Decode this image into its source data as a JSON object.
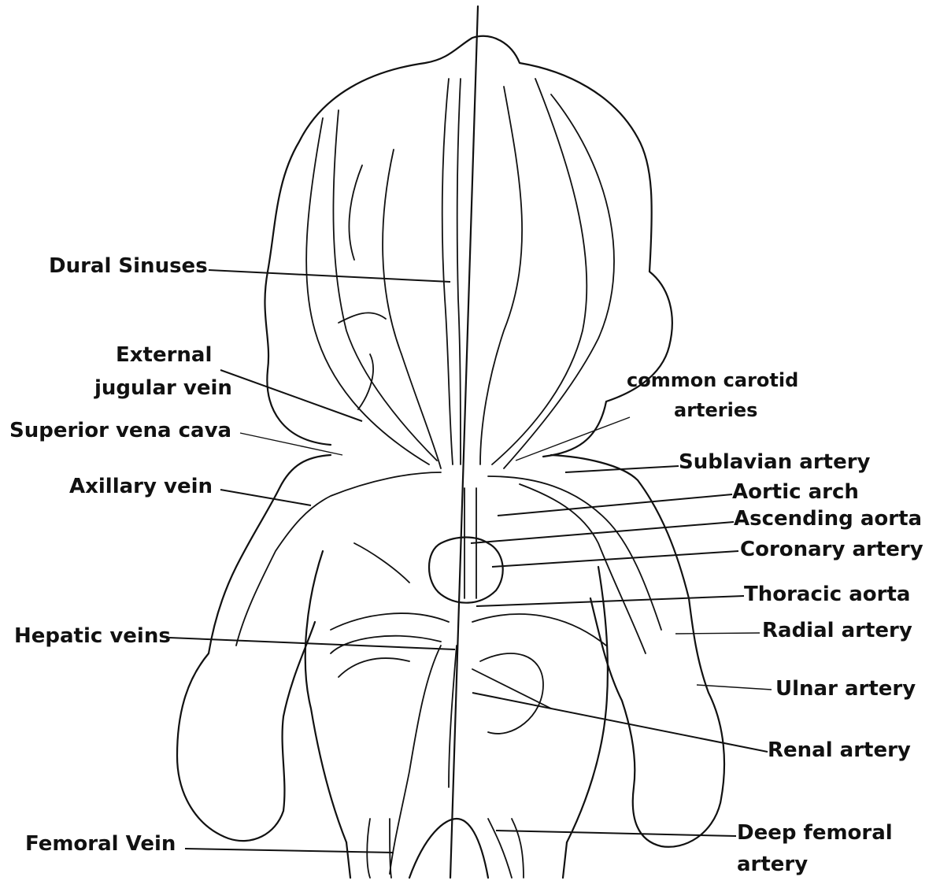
{
  "diagram": {
    "labels_left": {
      "dural_sinuses": "Dural Sinuses",
      "external_jugular_vein_line1": "External",
      "external_jugular_vein_line2": "jugular vein",
      "superior_vena_cava": "Superior vena cava",
      "axillary_vein": "Axillary vein",
      "hepatic_veins": "Hepatic veins",
      "femoral_vein": "Femoral Vein"
    },
    "labels_right": {
      "common_carotid_line1": "common carotid",
      "common_carotid_line2": "arteries",
      "subclavian_artery": "Sublavian artery",
      "aortic_arch": "Aortic arch",
      "ascending_aorta": "Ascending aorta",
      "coronary_artery": "Coronary artery",
      "thoracic_aorta": "Thoracic aorta",
      "radial_artery": "Radial artery",
      "ulnar_artery": "Ulnar artery",
      "renal_artery": "Renal artery",
      "deep_femoral_line1": "Deep femoral",
      "deep_femoral_line2": "artery"
    }
  }
}
